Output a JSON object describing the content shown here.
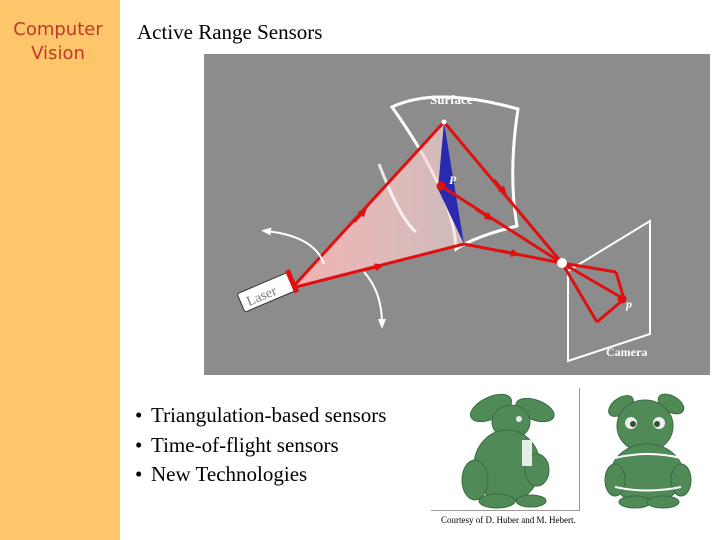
{
  "sidebar": {
    "line1": "Computer",
    "line2": "Vision"
  },
  "title": "Active Range Sensors",
  "diagram": {
    "surface_label": "Surface",
    "point_label": "P",
    "image_point_label": "p",
    "laser_label": "Laser",
    "camera_label": "Camera"
  },
  "bullets": [
    {
      "marker": "•",
      "text": "Triangulation-based sensors"
    },
    {
      "marker": "•",
      "text": "Time-of-flight sensors"
    },
    {
      "marker": "•",
      "text": "New Technologies"
    }
  ],
  "credit": "Courtesy of D. Huber and M. Hebert.",
  "colors": {
    "sidebar": "#fdc66a",
    "sidebar_text": "#c0392b",
    "diagram_bg": "#8c8c8c",
    "ray": "#e01010",
    "blue": "#2a2ab0",
    "model": "#4f8a57"
  },
  "icons": {
    "laser": "laser-emitter-icon",
    "camera": "camera-frame-icon"
  }
}
